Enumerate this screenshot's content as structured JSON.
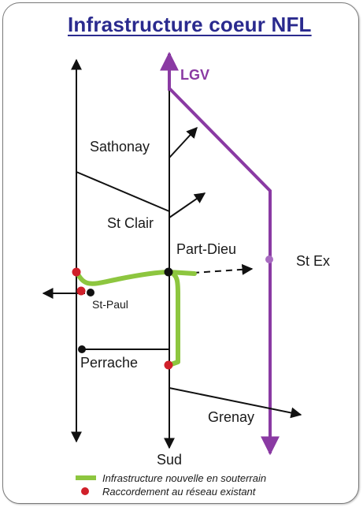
{
  "title": "Infrastructure coeur NFL",
  "nodes": {
    "lgv": "LGV",
    "sathonay": "Sathonay",
    "st_clair": "St Clair",
    "part_dieu": "Part-Dieu",
    "st_ex": "St Ex",
    "st_paul": "St-Paul",
    "perrache": "Perrache",
    "grenay": "Grenay",
    "sud": "Sud"
  },
  "legend": {
    "new_infra": "Infrastructure nouvelle  en souterrain",
    "connection": "Raccordement au réseau existant"
  },
  "colors": {
    "title": "#2a2a8e",
    "lgv_line": "#8a3aa3",
    "new_infra": "#8dc63f",
    "connection_point": "#d0202a",
    "network_line": "#111111"
  }
}
